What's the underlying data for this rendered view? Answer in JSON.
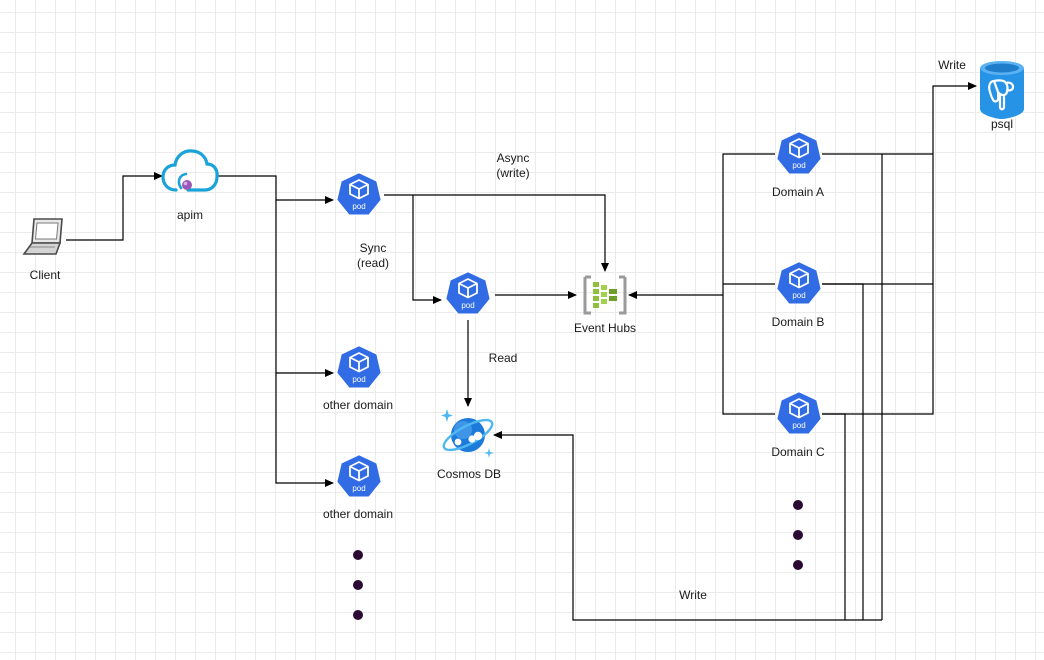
{
  "nodes": {
    "client": "Client",
    "apim": "apim",
    "psql": "psql",
    "event_hubs": "Event Hubs",
    "cosmos_db": "Cosmos DB",
    "domain_a": "Domain A",
    "domain_b": "Domain B",
    "domain_c": "Domain C",
    "other_domain_1": "other domain",
    "other_domain_2": "other domain"
  },
  "pod_label": "pod",
  "edges": {
    "async_write": "Async\n(write)",
    "sync_read": "Sync\n(read)",
    "read": "Read",
    "write_psql": "Write",
    "write_cosmos": "Write"
  },
  "colors": {
    "pod": "#326ce5",
    "line": "#000000",
    "apim": "#1aa3d9",
    "event_hubs": "#8fbf3d",
    "cosmos": "#1c7ad9",
    "psql": "#2693e6",
    "dots": "#2a0a33"
  }
}
